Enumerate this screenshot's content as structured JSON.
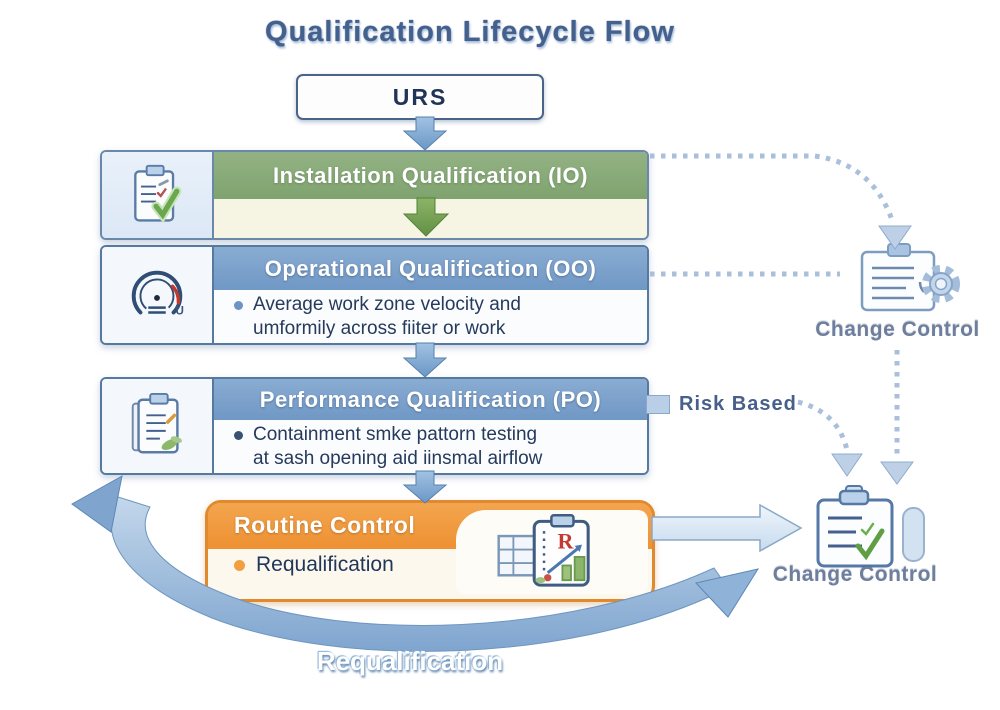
{
  "title": "Qualification Lifecycle Flow",
  "urs": {
    "label": "URS"
  },
  "stages": {
    "iq": {
      "header": "Installation Qualification (IO)"
    },
    "oq": {
      "header": "Operational Qualification (OO)",
      "bullet_lines": [
        "Average work zone velocity and",
        "umformily across fiiter or work"
      ]
    },
    "pq": {
      "header": "Performance Qualification (PO)",
      "bullet_lines": [
        "Containment smke pattorn testing",
        "at sash opening aid iinsmal airflow"
      ]
    },
    "routine": {
      "header": "Routine Control",
      "bullet": "Requalification"
    }
  },
  "annotations": {
    "risk_based": "Risk Based",
    "change_control_top": "Change Control",
    "change_control_bottom": "Change Control",
    "requalification_loop": "Requalification"
  },
  "icons": {
    "iq": "clipboard-check-icon",
    "oq": "gauge-icon",
    "pq": "clipboard-pencil-icon",
    "routine": "clipboard-chart-icon",
    "change_control_top": "clipboard-gear-icon",
    "change_control_bottom": "clipboard-checklist-icon"
  },
  "colors": {
    "iq_header": "#87a979",
    "oq_header": "#7da2ca",
    "pq_header": "#7da2ca",
    "routine_header": "#f09c40",
    "title_text": "#44618e",
    "connector_dots": "#aabfd9",
    "flow_arrow_blue": "#7fa6d0",
    "flow_arrow_green": "#76a050",
    "loop_arrow_fill": "#9dbede",
    "change_control_label": "#6e7f9d"
  }
}
